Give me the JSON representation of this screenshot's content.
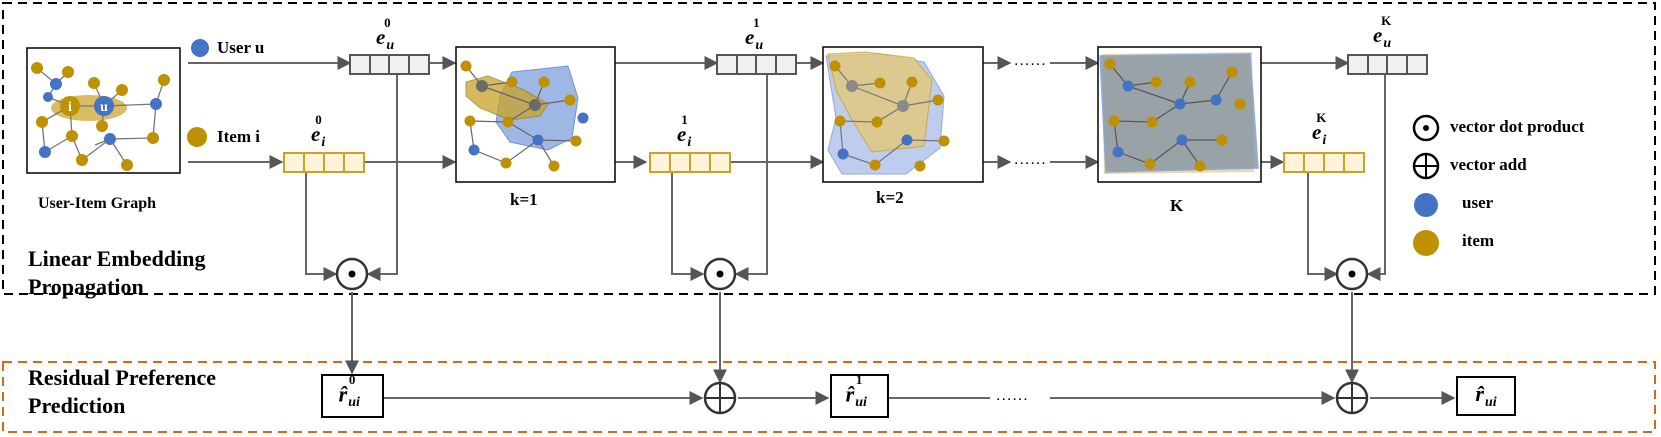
{
  "user_legend_label": "User u",
  "item_legend_label": "Item i",
  "graph_caption": "User-Item Graph",
  "layer_captions": [
    "k=1",
    "k=2",
    "K"
  ],
  "embedding_labels": {
    "eu0": {
      "base": "e",
      "sub": "u",
      "sup": "0"
    },
    "eu1": {
      "base": "e",
      "sub": "u",
      "sup": "1"
    },
    "euK": {
      "base": "e",
      "sub": "u",
      "sup": "K"
    },
    "ei0": {
      "base": "e",
      "sub": "i",
      "sup": "0"
    },
    "ei1": {
      "base": "e",
      "sub": "i",
      "sup": "1"
    },
    "eiK": {
      "base": "e",
      "sub": "i",
      "sup": "K"
    }
  },
  "prediction_labels": {
    "r0": {
      "base": "r̂",
      "sub": "ui",
      "sup": "0"
    },
    "r1": {
      "base": "r̂",
      "sub": "ui",
      "sup": "1"
    },
    "rfinal": {
      "base": "r̂",
      "sub": "ui",
      "sup": ""
    }
  },
  "section_labels": {
    "propagation": "Linear Embedding Propagation",
    "prediction": "Residual Preference Prediction"
  },
  "legend": {
    "dot_product": "vector dot product",
    "vector_add": "vector add",
    "user": "user",
    "item": "item"
  },
  "ellipsis": "......",
  "colors": {
    "user": "#4472c4",
    "item": "#bf9000",
    "item_box_border": "#c9a227",
    "item_box_fill": "#fdf3d8",
    "user_box_border": "#6b6b6b",
    "user_box_fill": "#eef0f4",
    "top_frame": "#000000",
    "bottom_frame": "#d2691e"
  }
}
